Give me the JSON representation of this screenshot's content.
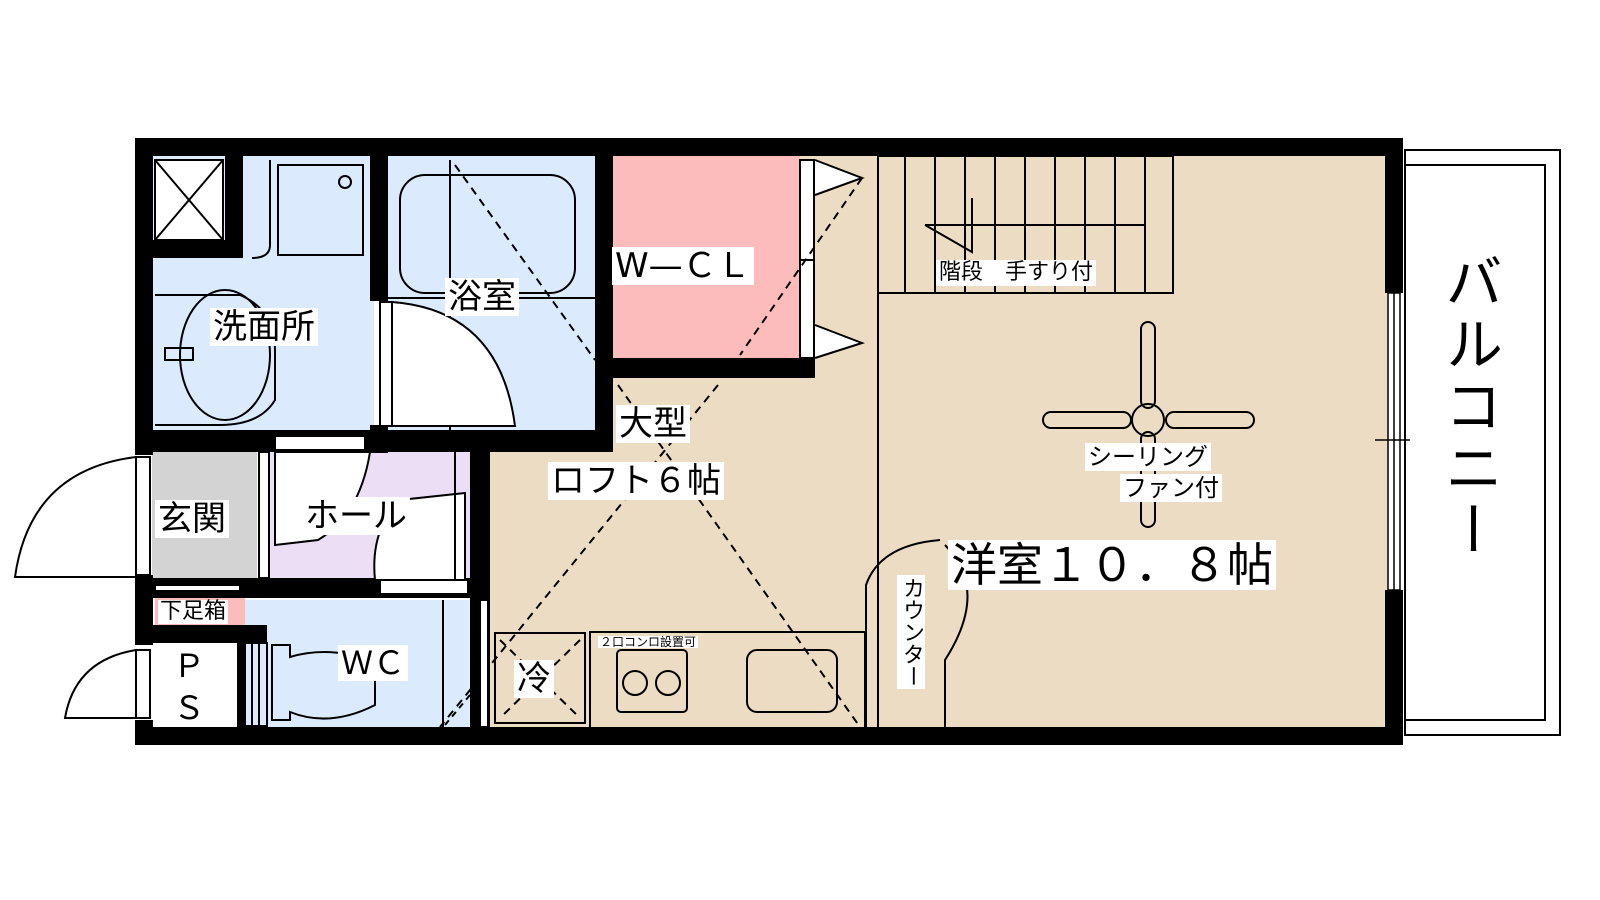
{
  "colors": {
    "wall": "#000000",
    "wet_area": "#dbebfd",
    "hall": "#ecdff5",
    "entrance": "#d3d3d3",
    "closet": "#fdbcbc",
    "living": "#eddcc4",
    "shoe_box": "#fdbcbc",
    "fixture": "#ffffff"
  },
  "rooms": {
    "washroom": {
      "label": "洗面所"
    },
    "bathroom": {
      "label": "浴室"
    },
    "walk_in_closet": {
      "label": "W—ＣＬ"
    },
    "stairs": {
      "label": "階段　手すり付"
    },
    "ceiling_fan": {
      "line1": "シーリング",
      "line2": "ファン付"
    },
    "western_room": {
      "label": "洋室１０．８帖"
    },
    "loft": {
      "line1": "大型",
      "line2": "ロフト６帖"
    },
    "entrance": {
      "label": "玄関"
    },
    "hall": {
      "label": "ホール"
    },
    "shoe_box": {
      "label": "下足箱"
    },
    "pipe_space": {
      "line1": "Ｐ",
      "line2": "Ｓ"
    },
    "toilet": {
      "label": "ＷＣ"
    },
    "fridge": {
      "label": "冷"
    },
    "stove": {
      "label": "２口コンロ設置可"
    },
    "counter": {
      "label": "カウンター"
    },
    "balcony": {
      "label": "バルコニー"
    }
  }
}
